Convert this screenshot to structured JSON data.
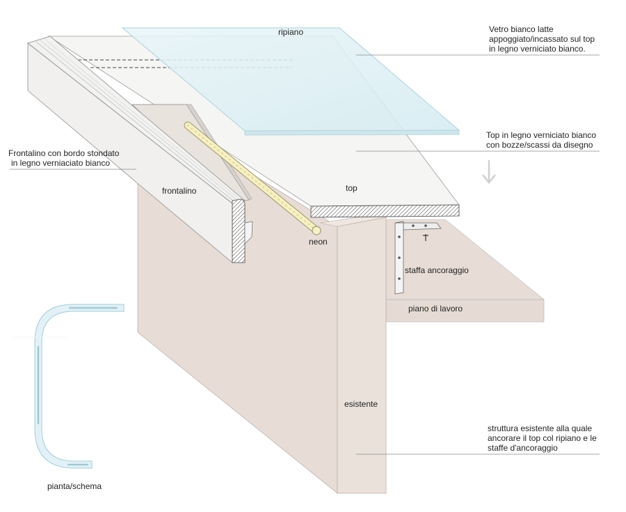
{
  "labels": {
    "ripiano": "ripiano",
    "frontalino": "frontalino",
    "top": "top",
    "neon": "neon",
    "staffa": "staffa ancoraggio",
    "piano_lavoro": "piano di lavoro",
    "esistente": "esistente",
    "pianta": "pianta/schema"
  },
  "notes": {
    "vetro": [
      "Vetro bianco latte",
      "appoggiato/incassato sul top",
      "in legno verniciato bianco."
    ],
    "top": [
      "Top in legno verniciato bianco",
      "con bozze/scassi da disegno"
    ],
    "frontalino": [
      "Frontalino con bordo stondato",
      "in legno verniaciato bianco"
    ],
    "struttura": [
      "struttura esistente alla quale",
      "ancorare il top col ripiano e le",
      "staffe d'ancoraggio"
    ]
  },
  "colors": {
    "wall": "#e7ddd6",
    "glass": "#dff0f5",
    "glass_stroke": "#a9d3dd",
    "wood_white": "#f4f4f3",
    "neon": "#f6efbf",
    "hatch": "#555555"
  },
  "icons": [
    "down-arrow-icon",
    "screw-icon"
  ]
}
